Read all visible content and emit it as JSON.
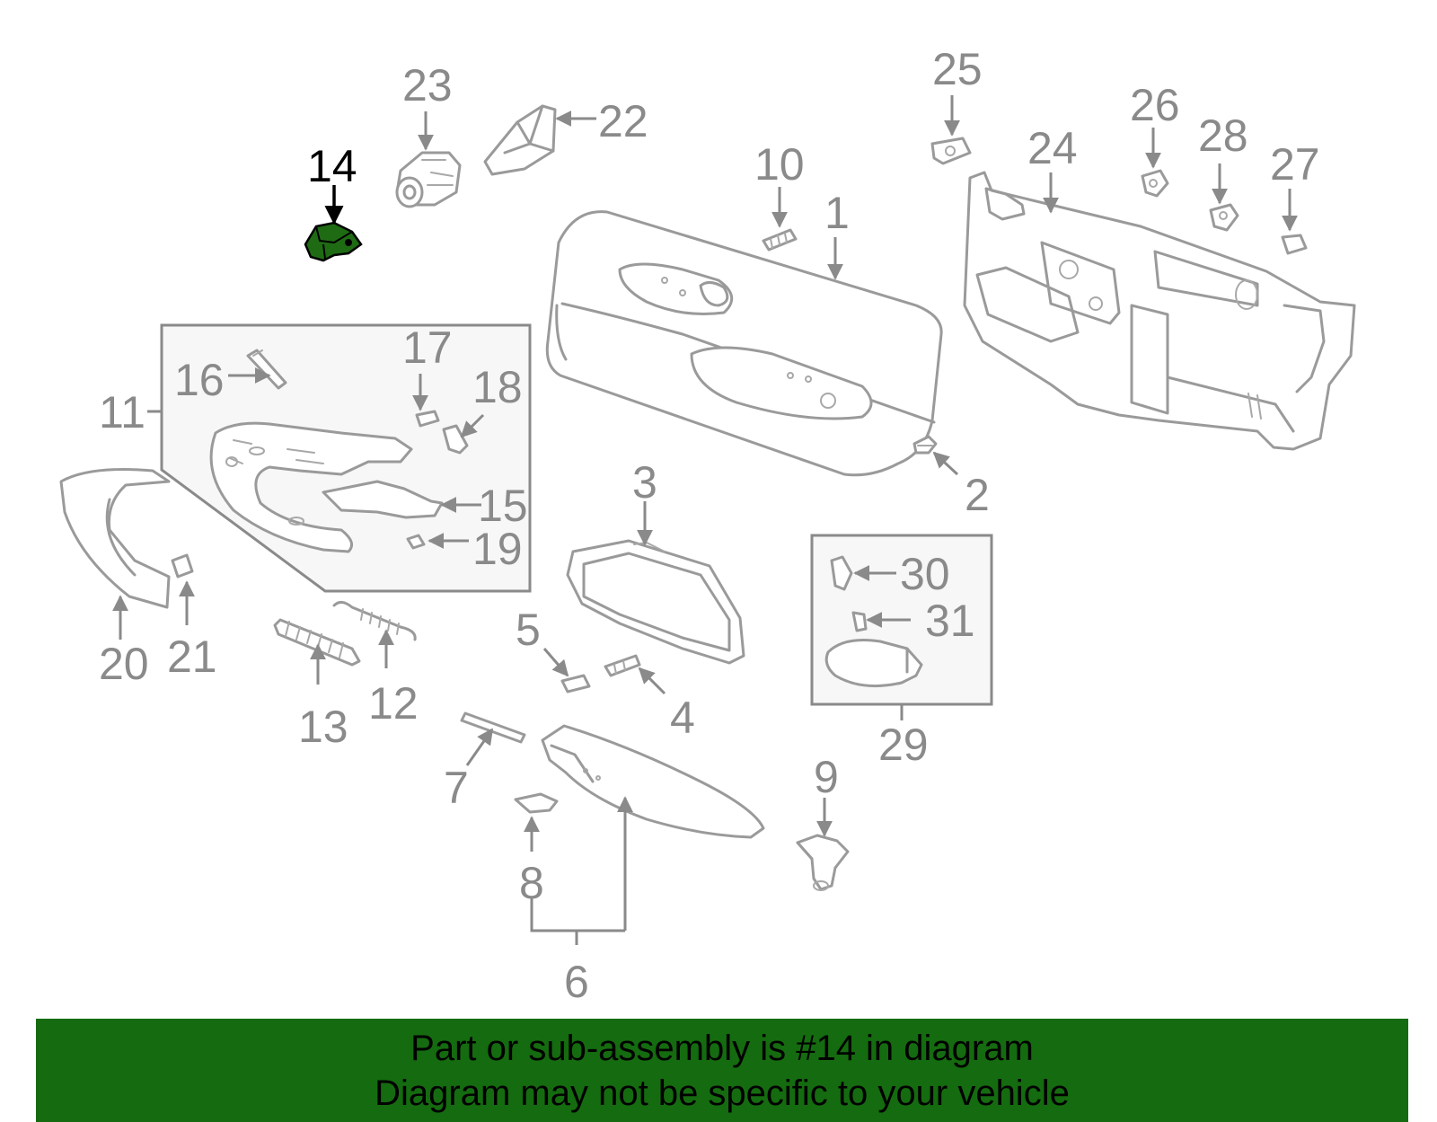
{
  "diagram": {
    "highlighted_part": "14",
    "callouts": [
      "1",
      "2",
      "3",
      "4",
      "5",
      "6",
      "7",
      "8",
      "9",
      "10",
      "11",
      "12",
      "13",
      "14",
      "15",
      "16",
      "17",
      "18",
      "19",
      "20",
      "21",
      "22",
      "23",
      "24",
      "25",
      "26",
      "27",
      "28",
      "29",
      "30",
      "31"
    ]
  },
  "colors": {
    "banner_bg": "#156b0f",
    "highlight_part": "#1f6b14",
    "line_gray": "#9a9a9a",
    "label_gray": "#8a8a8a"
  },
  "banner": {
    "line1": "Part or sub-assembly is #14 in diagram",
    "line2": "Diagram may not be specific to your vehicle"
  }
}
